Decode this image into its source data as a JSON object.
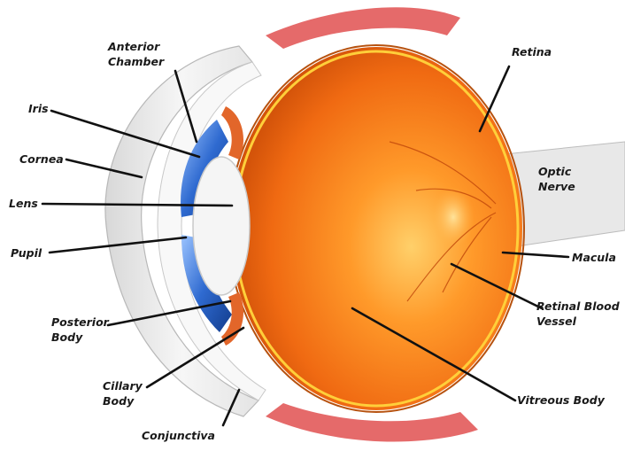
{
  "labels": {
    "anterior_chamber": [
      "Anterior",
      "Chamber"
    ],
    "iris": "Iris",
    "cornea": "Cornea",
    "lens": "Lens",
    "pupil": "Pupil",
    "posterior_body": [
      "Posterior",
      "Body"
    ],
    "cillary_body": [
      "Cillary",
      "Body"
    ],
    "conjunctiva": "Conjunctiva",
    "retina": "Retina",
    "optic_nerve": [
      "Optic",
      "Nerve"
    ],
    "macula": "Macula",
    "retinal_blood_vessel": [
      "Retinal Blood",
      "Vessel"
    ],
    "vitreous_body": "Vitreous Body"
  },
  "colors": {
    "eyeball": "#f07818",
    "eyeball_highlight": "#ffb347",
    "sclera": "#eeeeee",
    "iris": "#3a78d8",
    "lens": "#f4f4f4",
    "muscle": "#e05050",
    "leader_line": "#111111"
  }
}
